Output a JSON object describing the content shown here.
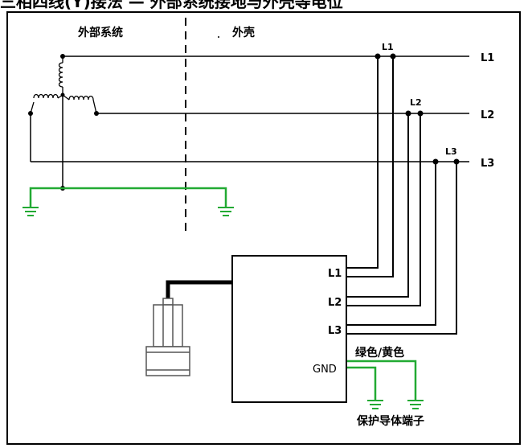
{
  "heading": "三相四线(Y)接法 — 外部系统接地与外壳等电位",
  "regions": {
    "external_system": "外部系统",
    "enclosure": "外壳"
  },
  "phase_labels": {
    "l1": "L1",
    "l2": "L2",
    "l3": "L3"
  },
  "drive_terminals": {
    "l1": "L1",
    "l2": "L2",
    "l3": "L3",
    "gnd": "GND"
  },
  "ground_wire_note": "绿色/黄色",
  "pe_terminal_note": "保护导体端子",
  "colors": {
    "wire": "#000000",
    "ground_wire": "#22aa33",
    "dashed_boundary": "#000000",
    "motor": "#555555"
  },
  "icons": [
    "ground-symbol-icon",
    "transformer-coil-icon",
    "motor-icon"
  ]
}
